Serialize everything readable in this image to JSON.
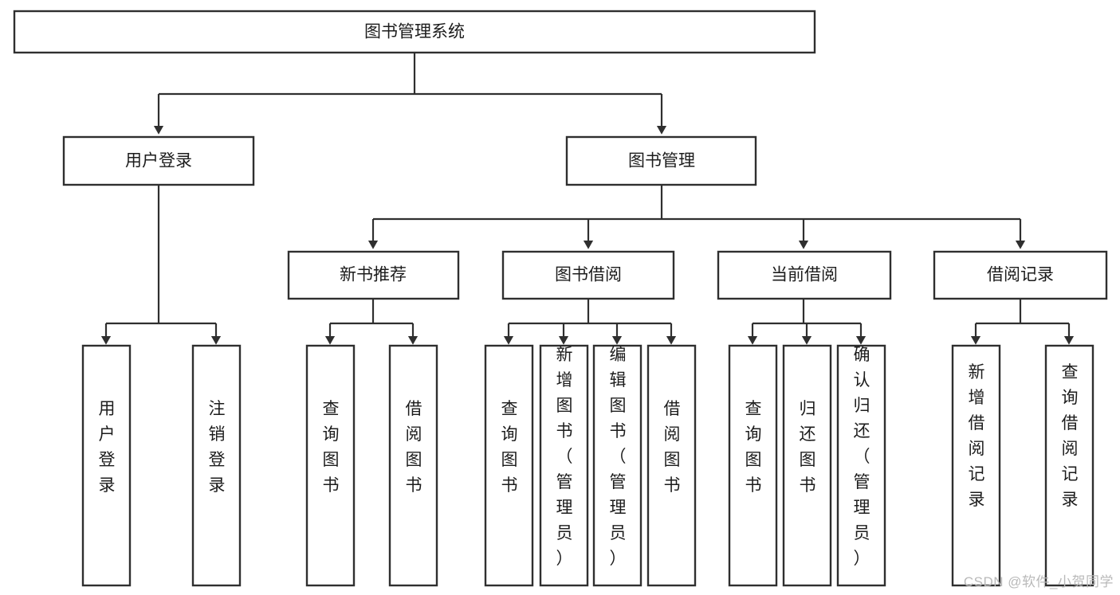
{
  "diagram": {
    "type": "tree",
    "title": "图书管理系统",
    "orientation": "top-down",
    "style": {
      "box_fill": "#ffffff",
      "box_stroke": "#2f2f2f",
      "text_color": "#1c1c1c",
      "watermark_color": "#b9b9b9",
      "background": "#ffffff"
    },
    "root": {
      "label": "图书管理系统"
    },
    "level2": [
      {
        "label": "用户登录"
      },
      {
        "label": "图书管理"
      }
    ],
    "level3": [
      {
        "label": "新书推荐"
      },
      {
        "label": "图书借阅"
      },
      {
        "label": "当前借阅"
      },
      {
        "label": "借阅记录"
      }
    ],
    "leaves": {
      "user_login": [
        {
          "label": "用户登录"
        },
        {
          "label": "注销登录"
        }
      ],
      "new_book_recommend": [
        {
          "label": "查询图书"
        },
        {
          "label": "借阅图书"
        }
      ],
      "book_borrow": [
        {
          "label": "查询图书"
        },
        {
          "label": "新增图书（管理员）"
        },
        {
          "label": "编辑图书（管理员）"
        },
        {
          "label": "借阅图书"
        }
      ],
      "current_borrow": [
        {
          "label": "查询图书"
        },
        {
          "label": "归还图书"
        },
        {
          "label": "确认归还（管理员）"
        }
      ],
      "borrow_record": [
        {
          "label": "新增借阅记录"
        },
        {
          "label": "查询借阅记录"
        }
      ]
    }
  },
  "watermark": {
    "text": "CSDN @软件_小贺同学"
  }
}
